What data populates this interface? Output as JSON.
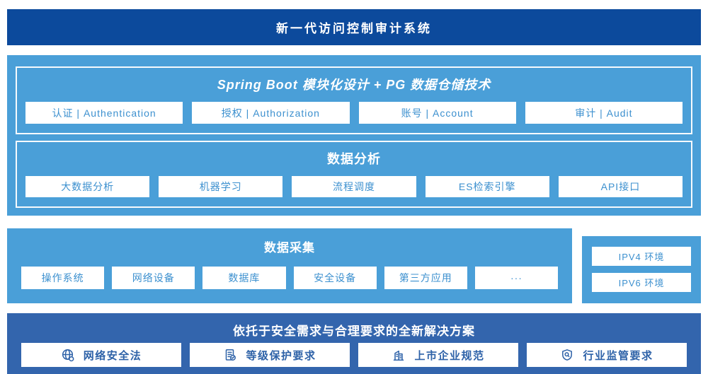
{
  "banner": {
    "title": "新一代访问控制审计系统"
  },
  "platform": {
    "spring": {
      "title": "Spring Boot 模块化设计 + PG 数据仓储技术",
      "items": [
        "认证 | Authentication",
        "授权 | Authorization",
        "账号 | Account",
        "审计 | Audit"
      ]
    },
    "analysis": {
      "title": "数据分析",
      "items": [
        "大数据分析",
        "机器学习",
        "流程调度",
        "ES检索引擎",
        "API接口"
      ]
    }
  },
  "collection": {
    "title": "数据采集",
    "items": [
      "操作系统",
      "网络设备",
      "数据库",
      "安全设备",
      "第三方应用",
      "···"
    ]
  },
  "environments": {
    "items": [
      "IPV4 环境",
      "IPV6 环境"
    ]
  },
  "solution": {
    "title": "依托于安全需求与合理要求的全新解决方案",
    "items": [
      {
        "icon": "globe-icon",
        "label": "网络安全法"
      },
      {
        "icon": "document-check-icon",
        "label": "等级保护要求"
      },
      {
        "icon": "building-icon",
        "label": "上市企业规范"
      },
      {
        "icon": "shield-search-icon",
        "label": "行业监管要求"
      }
    ]
  },
  "colors": {
    "navy": "#0C4A9C",
    "sky": "#4A9FD8",
    "steel": "#3365AD",
    "boxtext": "#3C90CF",
    "soltext": "#2E62A8"
  }
}
